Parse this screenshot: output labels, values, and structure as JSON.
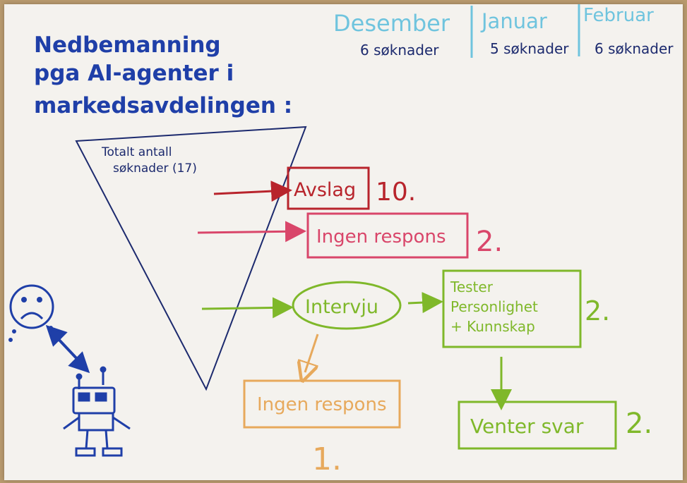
{
  "colors": {
    "blue": "#1f3fa8",
    "light_blue": "#6fc4de",
    "navy": "#1c2a6e",
    "red": "#b8242c",
    "pink": "#d9466a",
    "green": "#7fb82a",
    "orange": "#e7a95c"
  },
  "title": {
    "line1": "Nedbemanning",
    "line2": "pga AI-agenter i",
    "line3": "markedsavdelingen :"
  },
  "months": [
    {
      "name": "Desember",
      "count": "6 søknader"
    },
    {
      "name": "Januar",
      "count": "5 søknader"
    },
    {
      "name": "Februar",
      "count": "6 søknader"
    }
  ],
  "funnel": {
    "label_line1": "Totalt antall",
    "label_line2": "søknader (17)"
  },
  "boxes": {
    "avslag": {
      "label": "Avslag",
      "count": "10."
    },
    "ingen_respons_1": {
      "label": "Ingen respons",
      "count": "2."
    },
    "intervju": {
      "label": "Intervju"
    },
    "tester": {
      "line1": "Tester",
      "line2": "Personlighet",
      "line3": "+ Kunnskap",
      "count": "2."
    },
    "ingen_respons_2": {
      "label": "Ingen respons",
      "count": "1."
    },
    "venter": {
      "label": "Venter svar",
      "count": "2."
    }
  },
  "icons": {
    "sad_face": "sad-face-icon",
    "robot": "robot-icon",
    "double_arrow": "double-arrow-icon"
  }
}
